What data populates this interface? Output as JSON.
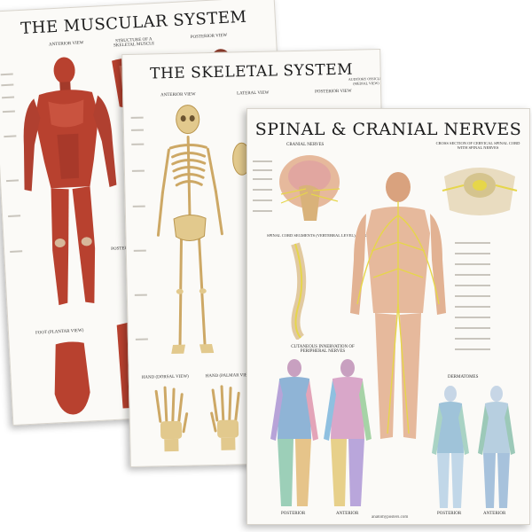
{
  "muscular": {
    "title": "THE MUSCULAR SYSTEM",
    "views": [
      "ANTERIOR VIEW",
      "STRUCTURE OF A SKELETAL MUSCLE",
      "POSTERIOR VIEW"
    ],
    "foot_label": "FOOT (PLANTAR VIEW)",
    "posterior_label": "POSTERIOR"
  },
  "skeletal": {
    "title": "THE SKELETAL SYSTEM",
    "views": [
      "ANTERIOR VIEW",
      "LATERAL VIEW",
      "POSTERIOR VIEW",
      "AUDITORY OSSICLES (MEDIAL VIEW)"
    ],
    "hand_views": [
      "HAND (DORSAL VIEW)",
      "HAND (PALMAR VIEW)"
    ]
  },
  "nerves": {
    "title": "SPINAL & CRANIAL NERVES",
    "cranial_label": "CRANIAL NERVES",
    "cross_section_label": "CROSS SECTION OF CERVICAL SPINAL CORD WITH SPINAL NERVES",
    "segments_label": "SPINAL CORD SEGMENTS (VERTEBRAL LEVEL)   (SPINAL NERVE EXIT)",
    "cutaneous_label": "CUTANEOUS INNERVATION OF PERIPHERAL NERVES",
    "dermatomes_label": "DERMATOMES",
    "posterior": "POSTERIOR",
    "anterior": "ANTERIOR",
    "website": "anatomyposters.com"
  },
  "colors": {
    "muscle": "#b8412f",
    "bone": "#e2c98d",
    "nerve": "#e6d64a",
    "skin": "#e6b99c"
  }
}
